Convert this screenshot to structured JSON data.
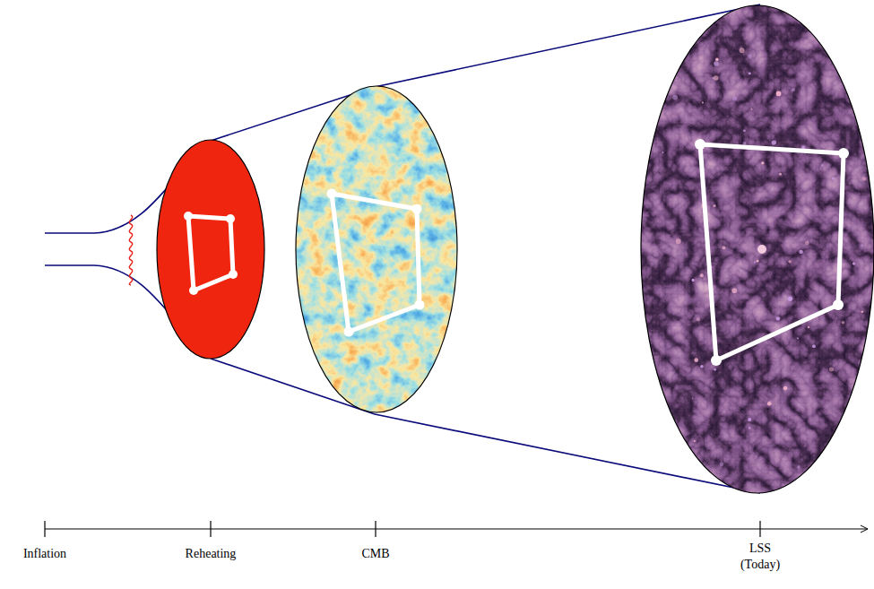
{
  "diagram": {
    "labels": [
      "Inflation",
      "Reheating",
      "CMB",
      "LSS (Today)"
    ]
  }
}
